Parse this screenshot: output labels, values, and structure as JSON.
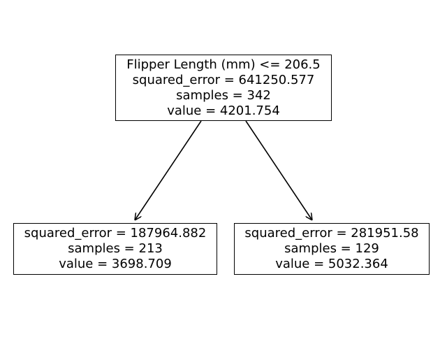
{
  "tree": {
    "root": {
      "lines": [
        "Flipper Length (mm) <= 206.5",
        "squared_error = 641250.577",
        "samples = 342",
        "value = 4201.754"
      ]
    },
    "left": {
      "lines": [
        "squared_error = 187964.882",
        "samples = 213",
        "value = 3698.709"
      ]
    },
    "right": {
      "lines": [
        "squared_error = 281951.58",
        "samples = 129",
        "value = 5032.364"
      ]
    }
  },
  "colors": {
    "border": "#000000",
    "text": "#000000",
    "edge": "#000000",
    "background": "#ffffff"
  }
}
